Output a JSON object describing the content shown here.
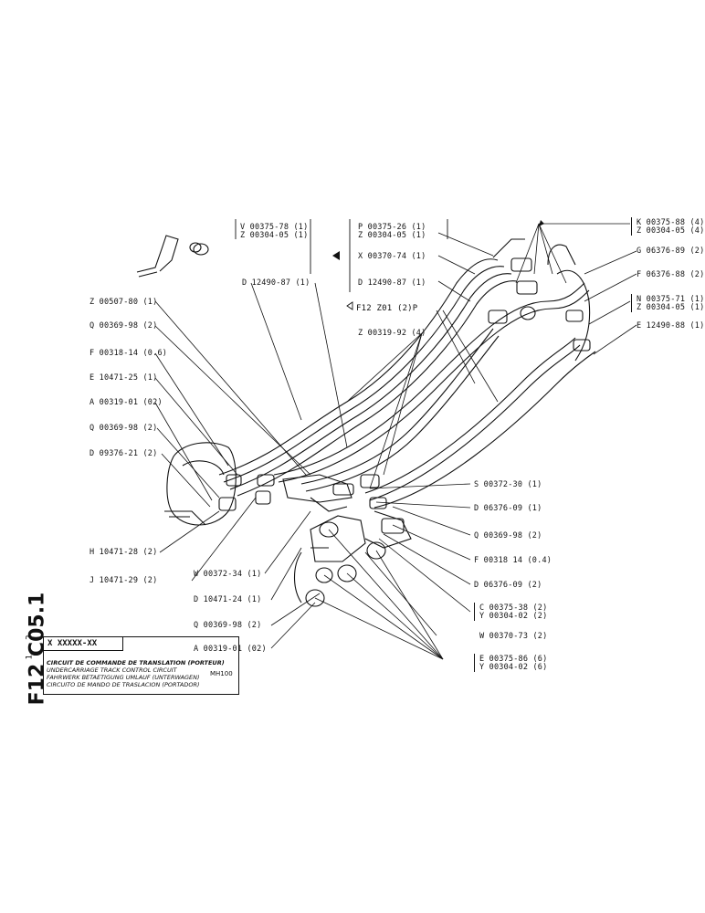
{
  "header": {
    "group1": [
      "V 00375-78 (1)",
      "Z 00304-05 (1)"
    ],
    "group2": [
      "P 00375-26 (1)",
      "Z 00304-05 (1)"
    ],
    "mid_left": "D 12490-87 (1)",
    "mid_x": "X 00370-74 (1)",
    "mid_d": "D 12490-87 (1)",
    "ref": "F12   Z01   (2)P"
  },
  "left_labels": [
    "Z 00507-80 (1)",
    "Q 00369-98 (2)",
    "F 00318-14 (0.6)",
    "E 10471-25 (1)",
    "A 00319-01 (02)",
    "Q 00369-98 (2)",
    "D 09376-21 (2)"
  ],
  "bottom_labels": [
    "H 10471-28 (2)",
    "J 10471-29 (2)",
    "W 00372-34 (1)",
    "D 10471-24 (1)",
    "Q 00369-98 (2)",
    "A 00319-01 (02)"
  ],
  "right_labels": {
    "k_group": [
      "K 00375-88 (4)",
      "Z 00304-05 (4)"
    ],
    "g": "G 06376-89 (2)",
    "f": "F 06376-88 (2)",
    "n_group": [
      "N 00375-71 (1)",
      "Z 00304-05 (1)"
    ],
    "e": "E 12490-88 (1)",
    "z00319": "Z 00319-92 (4)"
  },
  "center_right_labels": [
    "S 00372-30 (1)",
    "D 06376-09 (1)",
    "Q 00369-98 (2)",
    "F 00318  14 (0.4)",
    "D 06376-09 (2)"
  ],
  "lower_right_labels": {
    "c_group": [
      "C 00375-38 (2)",
      "Y 00304-02 (2)"
    ],
    "w": "W 00370-73 (2)",
    "e_group": [
      "E 00375-86 (6)",
      "Y 00304-02 (6)"
    ]
  },
  "title_block": {
    "doc_code": "F12 C05.1",
    "sheet": "1 - 2",
    "part_code": "X XXXXX-XX",
    "lines": [
      "CIRCUIT DE COMMANDE DE TRANSLATION (PORTEUR)",
      "UNDERCARRIAGE TRACK CONTROL CIRCUIT",
      "FAHRWERK BETAETIGUNG UMLAUF (UNTERWAGEN)",
      "CIRCUITO DE MANDO DE TRASLACION (PORTADOR)"
    ],
    "model": "MH100"
  }
}
